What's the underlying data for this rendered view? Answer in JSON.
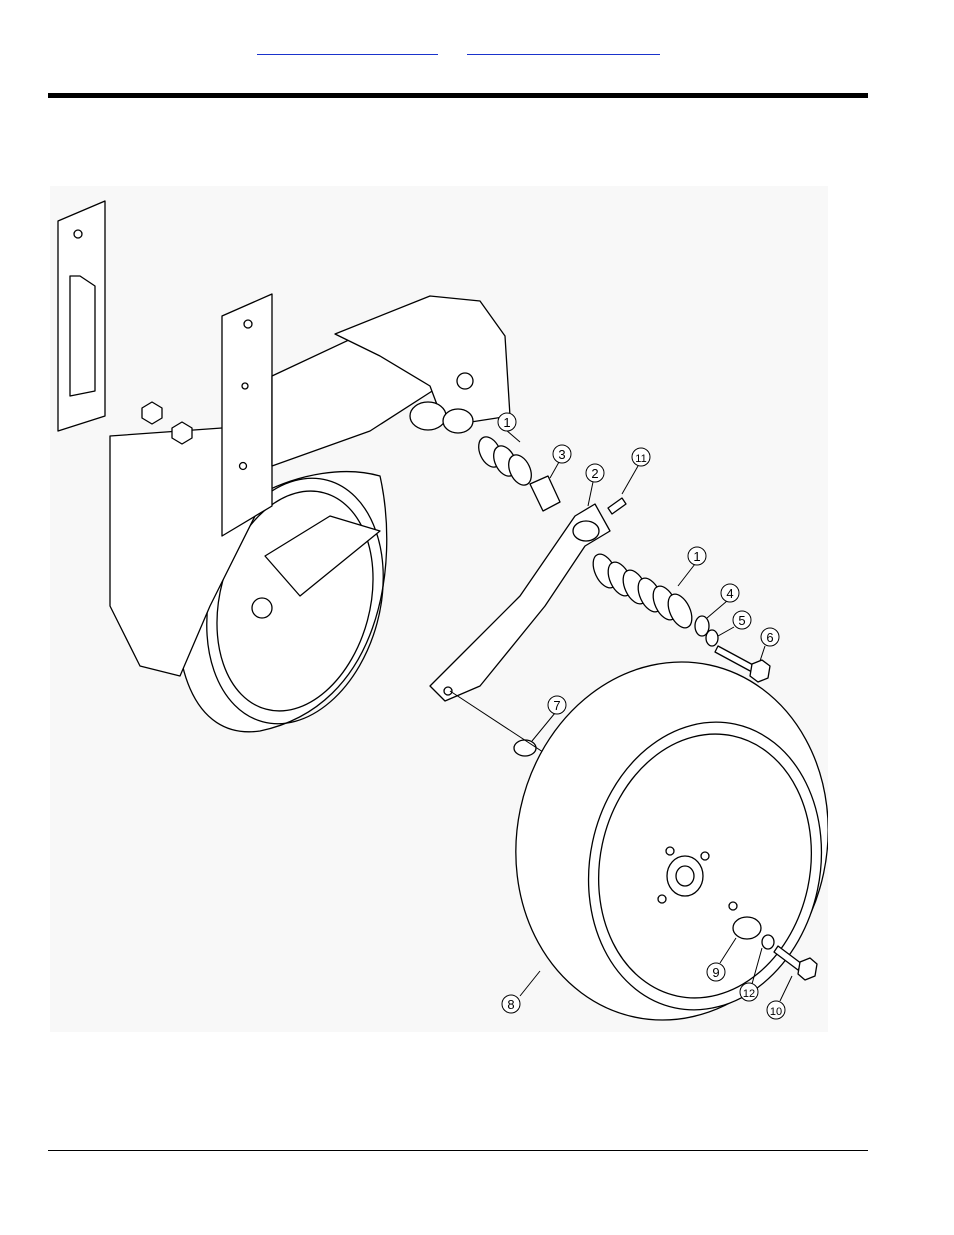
{
  "header": {
    "links": [
      "",
      ""
    ]
  },
  "figure": {
    "callouts": [
      "1",
      "3",
      "2",
      "11",
      "1",
      "4",
      "5",
      "6",
      "7",
      "8",
      "9",
      "12",
      "10"
    ]
  }
}
